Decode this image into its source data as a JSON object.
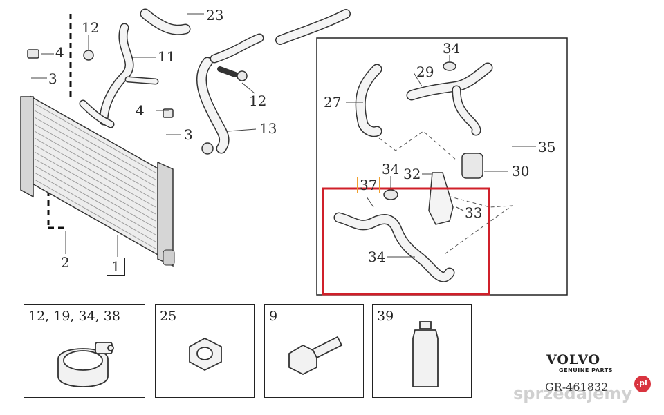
{
  "callouts": {
    "c12a": "12",
    "c4a": "4",
    "c3a": "3",
    "c11": "11",
    "c23": "23",
    "c12b": "12",
    "c13": "13",
    "c4b": "4",
    "c3b": "3",
    "c1": "1",
    "c2": "2",
    "c34a": "34",
    "c29": "29",
    "c27": "27",
    "c35": "35",
    "c34b": "34",
    "c32": "32",
    "c30": "30",
    "c37": "37",
    "c33": "33",
    "c34c": "34"
  },
  "insets": {
    "clamp": "12, 19, 34, 38",
    "nut": "25",
    "bolt": "9",
    "bottle": "39"
  },
  "brand": {
    "name": "VOLVO",
    "tagline": "GENUINE PARTS",
    "ref": "GR-461832"
  },
  "watermark": {
    "text": "sprzedajemy",
    "badge": ".pl"
  },
  "colors": {
    "highlight": "#d0202a",
    "callout_37": "#f0a030",
    "line": "#333333"
  }
}
